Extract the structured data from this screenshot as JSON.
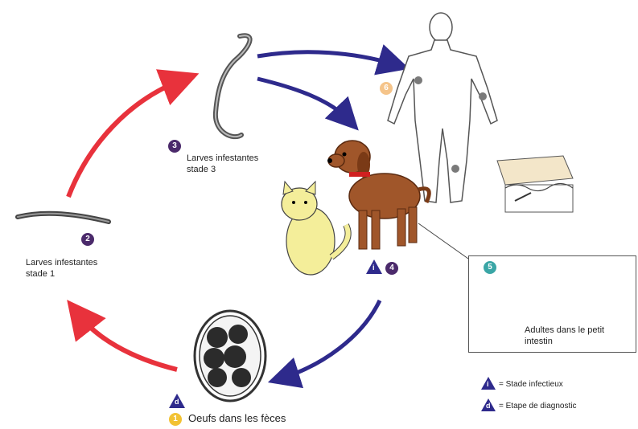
{
  "stages": [
    {
      "num": "1",
      "label": "Oeufs dans les fèces",
      "color": "#f2c233"
    },
    {
      "num": "2",
      "label_line1": "Larves infestantes",
      "label_line2": "stade 1",
      "color": "#4b2a6b"
    },
    {
      "num": "3",
      "label_line1": "Larves infestantes",
      "label_line2": "stade 3",
      "color": "#4b2a6b"
    },
    {
      "num": "4",
      "color": "#4b2a6b"
    },
    {
      "num": "5",
      "label_line1": "Adultes dans le petit",
      "label_line2": "intestin",
      "color": "#3aa6a6"
    },
    {
      "num": "6",
      "color": "#f5c48a"
    }
  ],
  "markers": {
    "infective": "i",
    "diagnostic": "d"
  },
  "legend": {
    "infective_text": "= Stade infectieux",
    "diagnostic_text": "= Etape de diagnostic"
  },
  "colors": {
    "red_arrow": "#e8323c",
    "blue_arrow": "#2e2a8c",
    "marker": "#2e2a8c"
  }
}
